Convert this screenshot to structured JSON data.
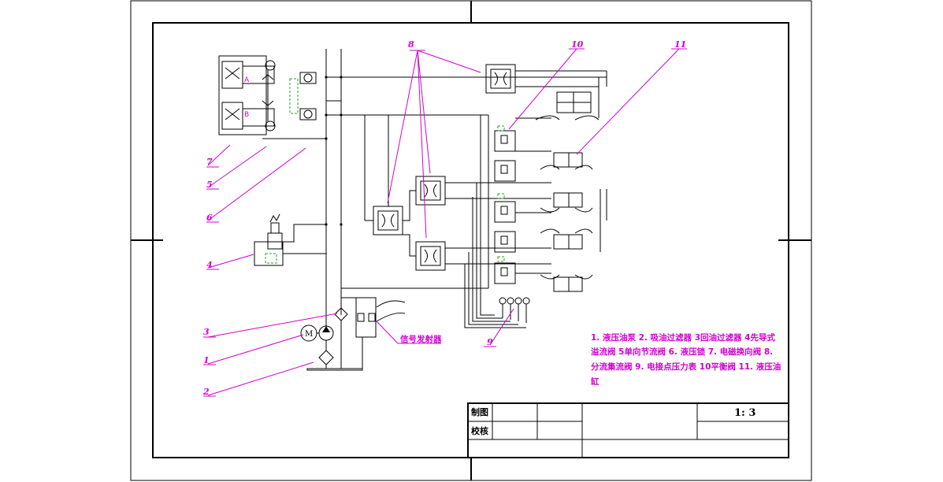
{
  "labels": {
    "n8": "8",
    "n10": "10",
    "n11": "11",
    "n7": "7",
    "n5": "5",
    "n6": "6",
    "n4": "4",
    "n3": "3",
    "n1": "1",
    "n2": "2",
    "n9": "9",
    "signal": "信号发射器",
    "motor": "M",
    "valve_a": "A",
    "valve_b": "B"
  },
  "legend": {
    "line1": "1. 液压油泵  2. 吸油过滤器  3回油过滤器  4先导式",
    "line2": "溢流阀  5单向节流阀  6. 液压锁  7. 电磁换向阀  8.",
    "line3": "分流集流阀  9. 电接点压力表  10平衡阀  11. 液压油",
    "line4": "缸"
  },
  "title_block": {
    "drawn": "制图",
    "checked": "校核",
    "scale": "1: 3"
  }
}
